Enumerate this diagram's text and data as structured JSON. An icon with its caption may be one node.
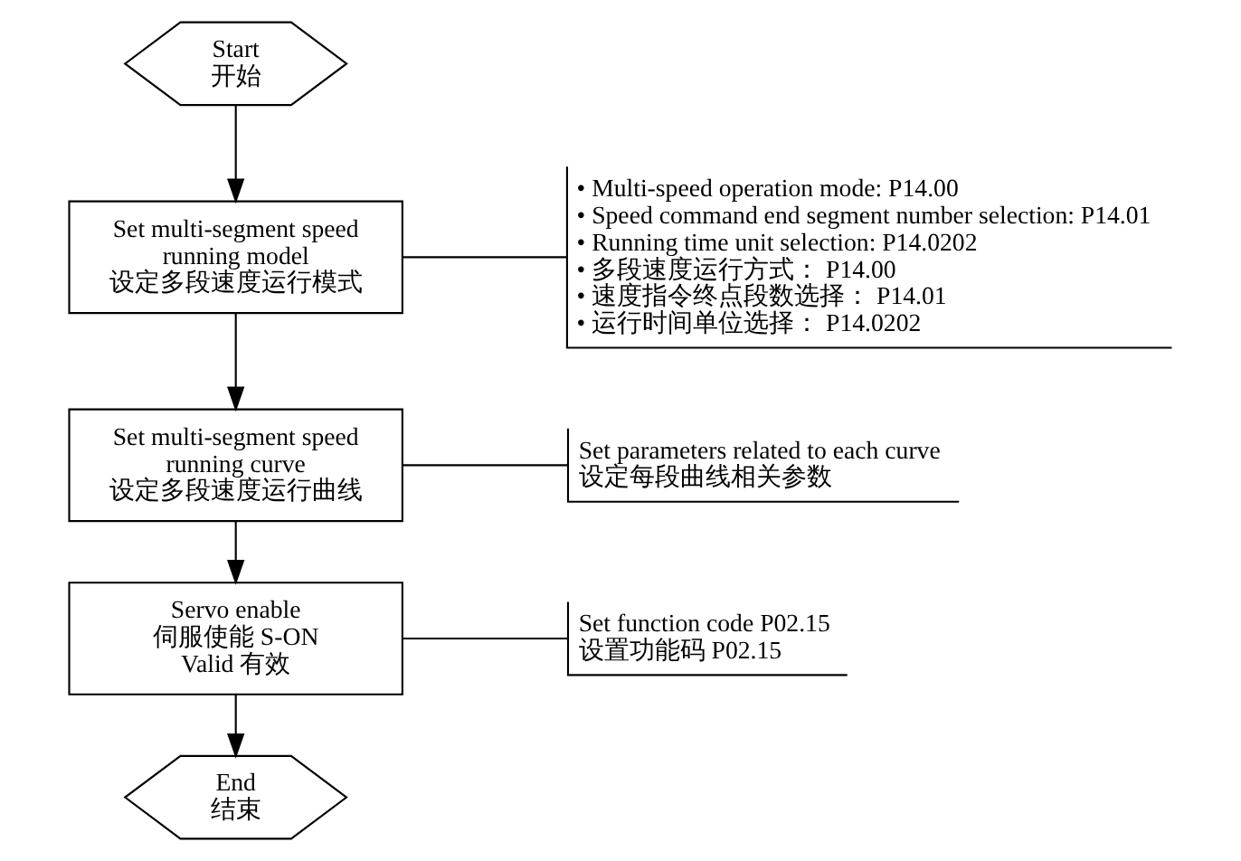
{
  "diagram": {
    "nodes": [
      {
        "text": [
          "Start",
          "开始"
        ]
      },
      {
        "text": [
          "Set multi-segment speed running model",
          "设定多段速度运行模式"
        ]
      },
      {
        "text": [
          "Set multi-segment speed running curve",
          "设定多段速度运行曲线"
        ]
      },
      {
        "text": [
          "Servo enable",
          "伺服使能 S-ON",
          "Valid 有效"
        ]
      },
      {
        "text": [
          "End",
          "结束"
        ]
      },
      {
        "text": [
          "• Multi-speed operation mode: P14.00",
          "• Speed command end segment number selection: P14.01",
          "• Running time unit selection: P14.0202",
          "• 多段速度运行方式： P14.00",
          "• 速度指令终点段数选择： P14.01",
          "• 运行时间单位选择： P14.0202"
        ]
      },
      {
        "text": [
          "Set parameters related to each curve",
          "设定每段曲线相关参数"
        ]
      },
      {
        "text": [
          "Set function code P02.15",
          "设置功能码 P02.15"
        ]
      }
    ],
    "edges": [
      {
        "from": 0,
        "to": 1,
        "arrow": "to"
      },
      {
        "from": 1,
        "to": 2,
        "arrow": "to"
      },
      {
        "from": 2,
        "to": 3,
        "arrow": "to"
      },
      {
        "from": 3,
        "to": 4,
        "arrow": "to"
      },
      {
        "from": 1,
        "to": 5,
        "arrow": "none"
      },
      {
        "from": 2,
        "to": 6,
        "arrow": "none"
      },
      {
        "from": 3,
        "to": 7,
        "arrow": "none"
      }
    ]
  }
}
